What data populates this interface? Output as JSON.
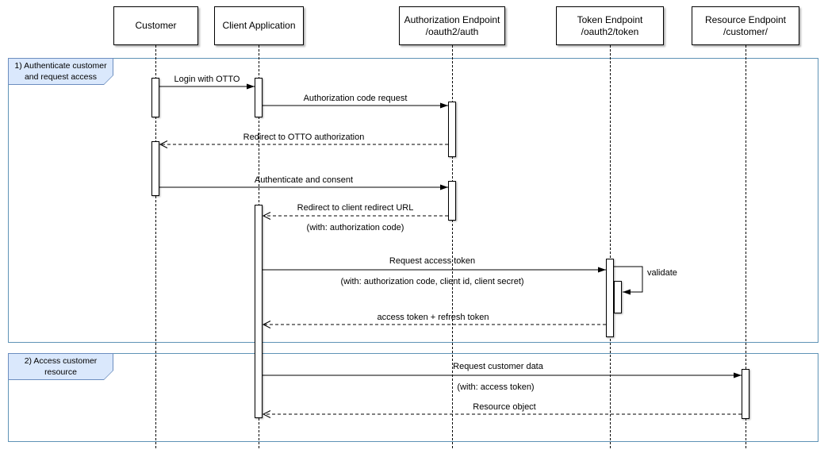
{
  "participants": [
    {
      "name": "Customer",
      "sub": ""
    },
    {
      "name": "Client Application",
      "sub": ""
    },
    {
      "name": "Authorization Endpoint",
      "sub": "/oauth2/auth"
    },
    {
      "name": "Token Endpoint",
      "sub": "/oauth2/token"
    },
    {
      "name": "Resource Endpoint",
      "sub": "/customer/"
    }
  ],
  "frames": [
    {
      "label": "1) Authenticate customer and request access"
    },
    {
      "label": "2) Access customer resource"
    }
  ],
  "messages": [
    {
      "label": "Login with OTTO",
      "type": "sync",
      "from": "Customer",
      "to": "Client Application"
    },
    {
      "label": "Authorization code request",
      "type": "sync",
      "from": "Client Application",
      "to": "Authorization Endpoint"
    },
    {
      "label": "Redirect to OTTO authorization",
      "type": "return",
      "from": "Authorization Endpoint",
      "to": "Customer"
    },
    {
      "label": "Authenticate and consent",
      "type": "sync",
      "from": "Customer",
      "to": "Authorization Endpoint"
    },
    {
      "label": "Redirect to client redirect URL",
      "note": "(with: authorization code)",
      "type": "return",
      "from": "Authorization Endpoint",
      "to": "Client Application"
    },
    {
      "label": "Request access token",
      "note": "(with: authorization code, client id, client secret)",
      "type": "sync",
      "from": "Client Application",
      "to": "Token Endpoint"
    },
    {
      "label": "validate",
      "type": "self",
      "from": "Token Endpoint",
      "to": "Token Endpoint"
    },
    {
      "label": "access token + refresh token",
      "type": "return",
      "from": "Token Endpoint",
      "to": "Client Application"
    },
    {
      "label": "Request customer data",
      "note": "(with: access token)",
      "type": "sync",
      "from": "Client Application",
      "to": "Resource Endpoint"
    },
    {
      "label": "Resource object",
      "type": "return",
      "from": "Resource Endpoint",
      "to": "Client Application"
    }
  ],
  "colors": {
    "frame_border": "#5f93b6",
    "label_border": "#6c8ebf",
    "label_fill": "#dae8fc",
    "line": "#000000"
  }
}
